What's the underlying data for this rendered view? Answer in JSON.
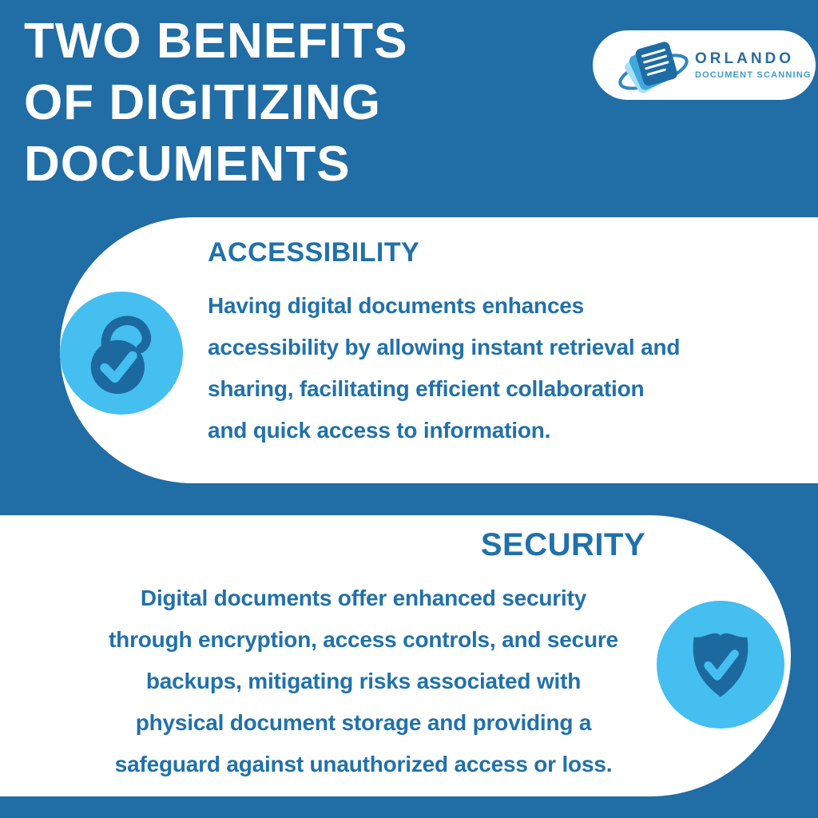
{
  "colors": {
    "background": "#216DA5",
    "card": "#FFFFFF",
    "accent_light_blue": "#45BEF0",
    "accent_dark_blue": "#1C69A0",
    "text_blue": "#2071AB",
    "logo_navy": "#2B6B9F",
    "logo_light_blue": "#3E9BD5",
    "title_white": "#FFFFFF"
  },
  "title": {
    "lines": [
      "TWO BENEFITS",
      "OF DIGITIZING",
      "DOCUMENTS"
    ]
  },
  "logo": {
    "name": "ORLANDO",
    "tagline": "DOCUMENT SCANNING",
    "mark": "fanned-documents-with-orbit-swoosh"
  },
  "cards": [
    {
      "heading": "ACCESSIBILITY",
      "icon": "unlocked-padlock-with-checkmark",
      "body_lines": [
        "Having digital documents enhances",
        "accessibility by allowing instant retrieval and",
        "sharing, facilitating efficient collaboration",
        "and quick access to information."
      ]
    },
    {
      "heading": "SECURITY",
      "icon": "shield-with-checkmark",
      "body_lines": [
        "Digital documents offer enhanced security",
        "through encryption, access controls, and secure",
        "backups, mitigating risks associated with",
        "physical document storage and providing a",
        "safeguard against unauthorized access or loss."
      ]
    }
  ]
}
